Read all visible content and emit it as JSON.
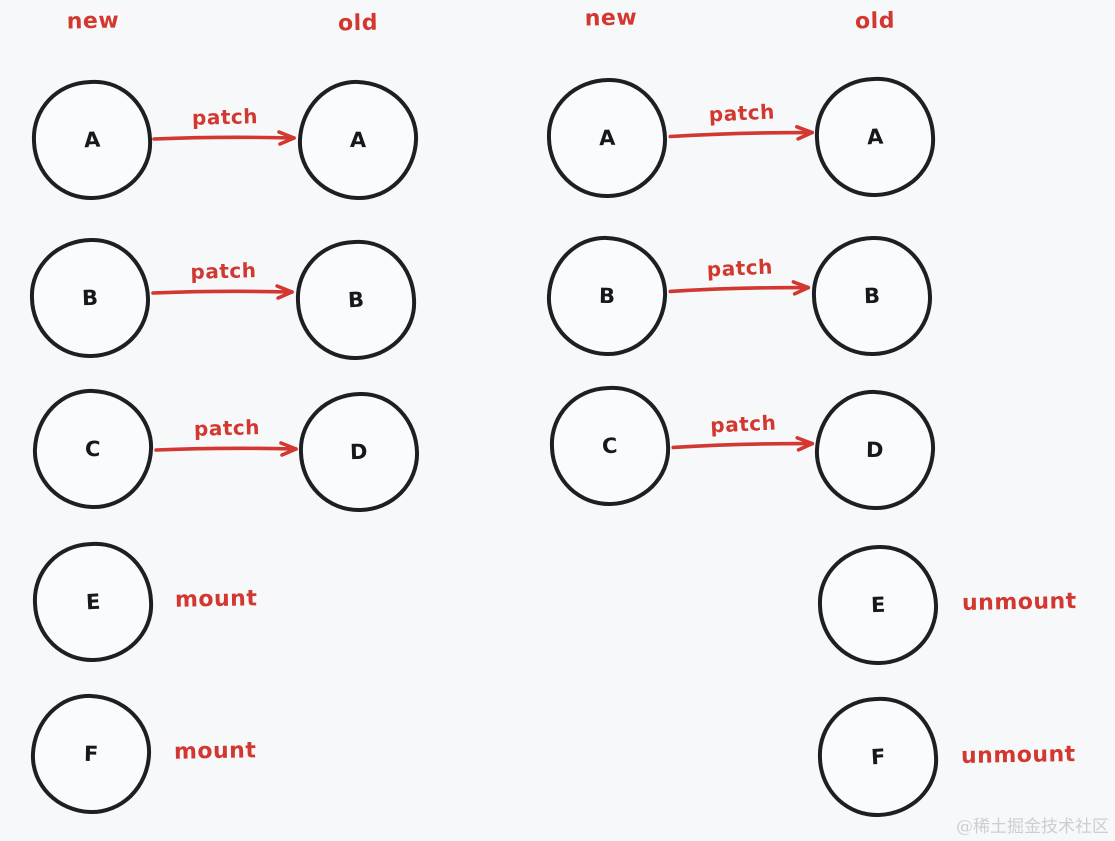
{
  "colors": {
    "background": "#f7f8fa",
    "accent_red": "#d23730",
    "node_stroke": "#1e1f24",
    "watermark_gray": "#cdced4"
  },
  "watermark": {
    "text": "@稀土掘金技术社区"
  },
  "diagrams": [
    {
      "headers": {
        "new": "new",
        "old": "old"
      },
      "pairs": [
        {
          "new": "A",
          "old": "A",
          "action": "patch"
        },
        {
          "new": "B",
          "old": "B",
          "action": "patch"
        },
        {
          "new": "C",
          "old": "D",
          "action": "patch"
        },
        {
          "new": "E",
          "action": "mount"
        },
        {
          "new": "F",
          "action": "mount"
        }
      ]
    },
    {
      "headers": {
        "new": "new",
        "old": "old"
      },
      "pairs": [
        {
          "new": "A",
          "old": "A",
          "action": "patch"
        },
        {
          "new": "B",
          "old": "B",
          "action": "patch"
        },
        {
          "new": "C",
          "old": "D",
          "action": "patch"
        },
        {
          "old": "E",
          "action": "unmount"
        },
        {
          "old": "F",
          "action": "unmount"
        }
      ]
    }
  ]
}
